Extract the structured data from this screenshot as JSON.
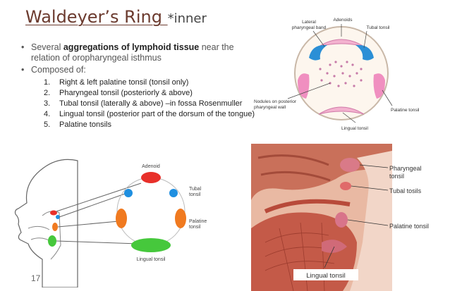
{
  "title": {
    "main": "Waldeyer’s Ring ",
    "suffix": "*inner"
  },
  "bullets": [
    {
      "pre": "Several ",
      "bold": "aggregations of lymphoid tissue",
      "post": " near the relation of oropharyngeal isthmus"
    },
    {
      "pre": "Composed of:",
      "bold": "",
      "post": ""
    }
  ],
  "items": [
    {
      "num": "1.",
      "text": "Right & left palatine tonsil (tonsil only)"
    },
    {
      "num": "2.",
      "text": "Pharyngeal tonsil (posteriorly & above)"
    },
    {
      "num": "3.",
      "text": "Tubal tonsil (laterally & above) –in fossa Rosenmuller"
    },
    {
      "num": "4.",
      "text": "Lingual tonsil (posterior part of the dorsum of the tongue)"
    },
    {
      "num": "5.",
      "text": "Palatine tonsils"
    }
  ],
  "slide_number": "17",
  "diagram_top_right": {
    "labels": {
      "lateral": "Lateral",
      "pharyngeal_band": "pharyngeal band",
      "adenoids": "Adenoids",
      "tubal": "Tubal tonsil",
      "nodules1": "Nodules on posterior",
      "nodules2": "pharyngeal wall",
      "palatine": "Palatine tonsil",
      "lingual": "Lingual tonsil"
    }
  },
  "diagram_bottom_left": {
    "labels": {
      "adenoid": "Adenoid",
      "tubal1": "Tubal",
      "tubal2": "tonsil",
      "palatine1": "Palatine",
      "palatine2": "tonsil",
      "lingual": "Lingual tonsil"
    }
  },
  "diagram_bottom_right": {
    "labels": {
      "pharyngeal1": "Pharyngeal",
      "pharyngeal2": "tonsil",
      "tubal": "Tubal tosils",
      "palatine": "Palatine tonsil",
      "lingual": "Lingual tonsil"
    }
  },
  "colors": {
    "title": "#6b3a2e",
    "adenoid_red": "#e8302a",
    "tubal_blue": "#1f8fe0",
    "palatine_orange": "#f07a20",
    "lingual_green": "#46c83c"
  }
}
